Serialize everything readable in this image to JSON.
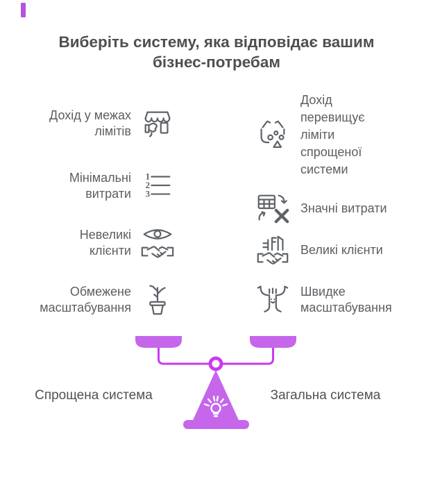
{
  "title": "Виберіть систему, яка відповідає вашим бізнес-потребам",
  "left": {
    "items": [
      {
        "label": "Дохід у межах лімітів",
        "icon": "storefront-icon"
      },
      {
        "label": "Мінімальні витрати",
        "icon": "numbered-list-icon"
      },
      {
        "label": "Невеликі клієнти",
        "icon": "eye-handshake-icon"
      },
      {
        "label": "Обмежене масштабування",
        "icon": "potted-plant-icon"
      }
    ],
    "verdict": "Спрощена система"
  },
  "right": {
    "items": [
      {
        "label": "Дохід перевищує ліміти спрощеної системи",
        "icon": "basket-overflow-icon"
      },
      {
        "label": "Значні витрати",
        "icon": "spreadsheet-x-icon"
      },
      {
        "label": "Великі клієнти",
        "icon": "building-handshake-icon"
      },
      {
        "label": "Швидке масштабування",
        "icon": "tree-icon"
      }
    ],
    "verdict": "Загальна система"
  },
  "numbered_list_digits": [
    "1",
    "2",
    "3"
  ],
  "colors": {
    "accent_fill": "#c566eb",
    "accent_stroke": "#cb3aed",
    "caret_purple": "#b253e2",
    "title_text": "#4f4f4f",
    "item_text": "#5b5e63",
    "icon_stroke": "#5f6368"
  }
}
